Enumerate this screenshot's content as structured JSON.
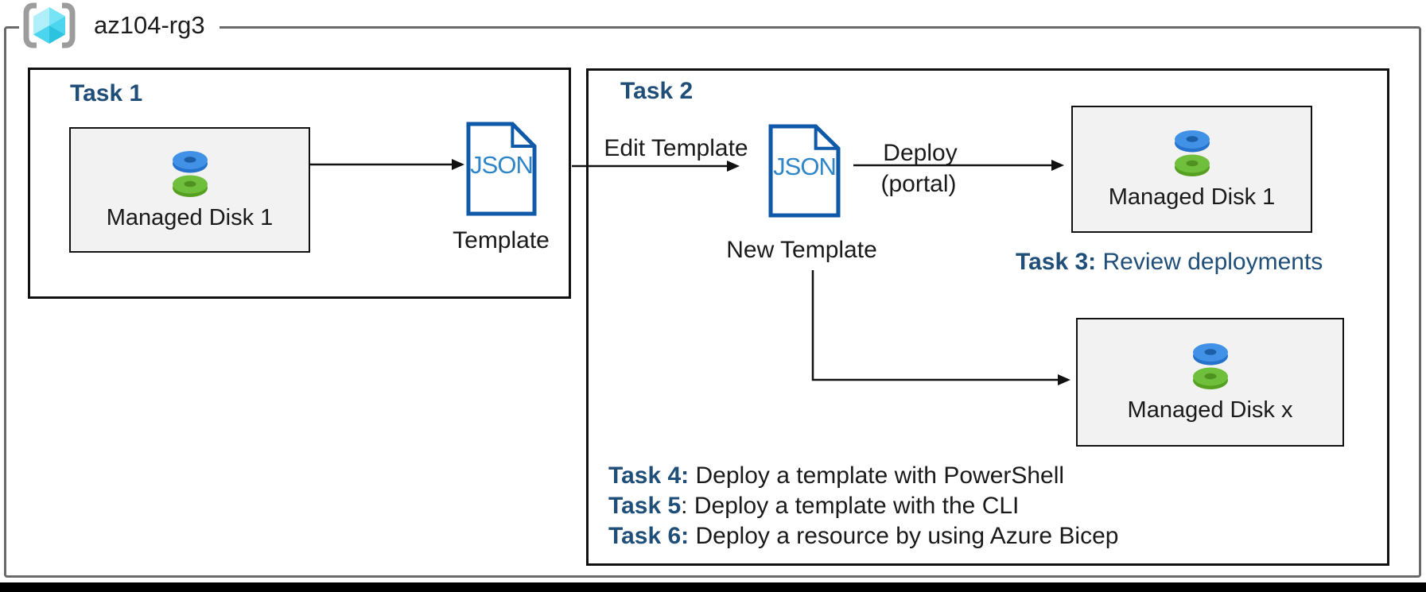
{
  "resource_group": {
    "name": "az104-rg3",
    "icon": "resource-group-icon"
  },
  "task1": {
    "title": "Task 1",
    "disk_box": {
      "label": "Managed Disk 1",
      "icon": "managed-disk-icon"
    },
    "template": {
      "icon_text": "JSON",
      "label": "Template"
    }
  },
  "task2": {
    "title": "Task 2",
    "edit_arrow_label": "Edit Template",
    "new_template": {
      "icon_text": "JSON",
      "label": "New Template"
    },
    "deploy_label_line1": "Deploy",
    "deploy_label_line2": "(portal)",
    "disk_box_1": {
      "label": "Managed Disk 1",
      "icon": "managed-disk-icon"
    },
    "disk_box_x": {
      "label": "Managed Disk x",
      "icon": "managed-disk-icon"
    },
    "task3": {
      "prefix": "Task 3:",
      "rest": " Review deployments"
    },
    "task_list": [
      {
        "prefix": "Task 4:",
        "rest": " Deploy a template with PowerShell"
      },
      {
        "prefix": "Task 5",
        "rest": ": Deploy a template with the CLI"
      },
      {
        "prefix": "Task 6:",
        "rest": " Deploy a resource by using Azure Bicep"
      }
    ]
  },
  "colors": {
    "dark_blue": "#1F4E79",
    "outer_border": "#6a6a6a",
    "box_fill": "#f2f2f2",
    "json_border": "#0E5AA8",
    "json_text": "#2E86C8",
    "disk_blue_top": "#4191E6",
    "disk_blue_rim": "#2472CC",
    "disk_blue_hole": "#1C5FA6",
    "disk_green_top": "#6FBE3C",
    "disk_green_rim": "#55A021",
    "disk_green_hole": "#4F9220",
    "bracket_gray": "#9C9C9C",
    "cube_0": "#AEEFFA",
    "cube_1": "#76E4F5",
    "cube_2": "#4CD5EE",
    "cube_3": "#2CC3E1"
  }
}
